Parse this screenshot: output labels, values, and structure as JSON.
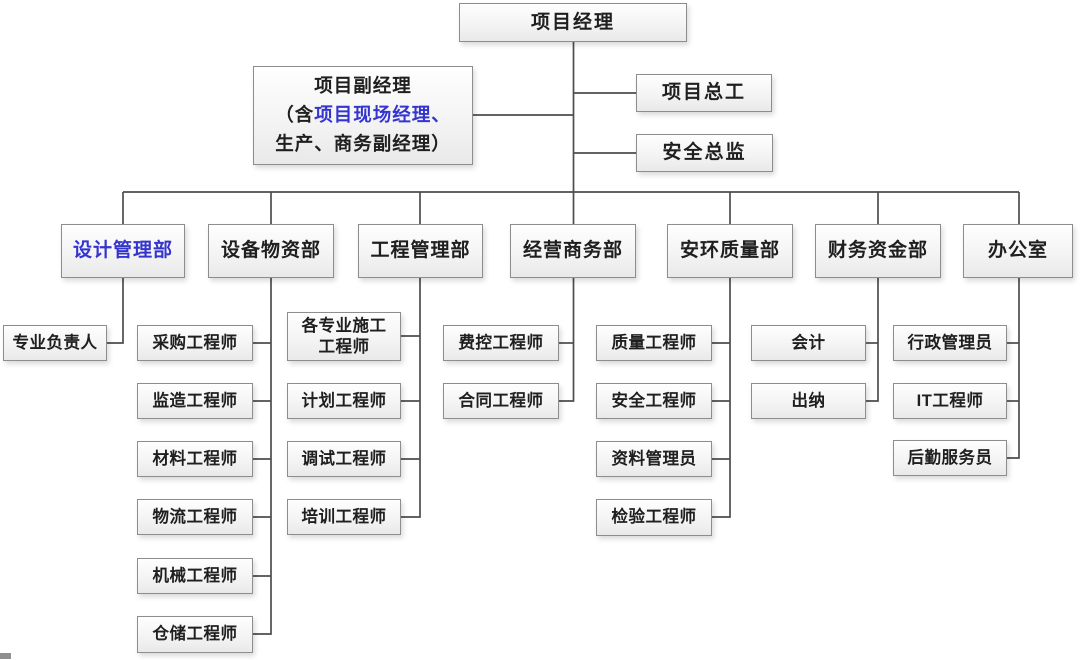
{
  "palette": {
    "accent_blue": "#3434cf",
    "connector_line": "#4d4d4d",
    "box_border": "#8d8d8d",
    "text_color": "#1f1f1f"
  },
  "org": {
    "root": {
      "label": "项目经理"
    },
    "deputy": {
      "line1": "项目副经理",
      "line2_prefix": "（含",
      "line2_highlight": "项目现场经理、",
      "line3": "生产、商务副经理）"
    },
    "advisors": [
      {
        "label": "项目总工"
      },
      {
        "label": "安全总监"
      }
    ],
    "departments": [
      {
        "name": "设计管理部",
        "highlighted": true,
        "members": [
          {
            "label": "专业负责人"
          }
        ]
      },
      {
        "name": "设备物资部",
        "highlighted": false,
        "members": [
          {
            "label": "采购工程师"
          },
          {
            "label": "监造工程师"
          },
          {
            "label": "材料工程师"
          },
          {
            "label": "物流工程师"
          },
          {
            "label": "机械工程师"
          },
          {
            "label": "仓储工程师"
          }
        ]
      },
      {
        "name": "工程管理部",
        "highlighted": false,
        "members": [
          {
            "label": "各专业施工\n工程师"
          },
          {
            "label": "计划工程师"
          },
          {
            "label": "调试工程师"
          },
          {
            "label": "培训工程师"
          }
        ]
      },
      {
        "name": "经营商务部",
        "highlighted": false,
        "members": [
          {
            "label": "费控工程师"
          },
          {
            "label": "合同工程师"
          }
        ]
      },
      {
        "name": "安环质量部",
        "highlighted": false,
        "members": [
          {
            "label": "质量工程师"
          },
          {
            "label": "安全工程师"
          },
          {
            "label": "资料管理员"
          },
          {
            "label": "检验工程师"
          }
        ]
      },
      {
        "name": "财务资金部",
        "highlighted": false,
        "members": [
          {
            "label": "会计"
          },
          {
            "label": "出纳"
          }
        ]
      },
      {
        "name": "办公室",
        "highlighted": false,
        "members": [
          {
            "label": "行政管理员"
          },
          {
            "label": "IT工程师"
          },
          {
            "label": "后勤服务员"
          }
        ]
      }
    ]
  }
}
